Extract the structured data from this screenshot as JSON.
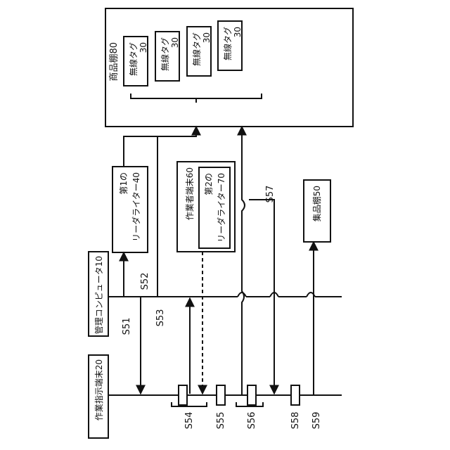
{
  "diagram": {
    "nodes": {
      "management_computer": "管理コンピュータ10",
      "work_instruction_terminal": "作業指示端末20",
      "first_reader_line1": "第1の",
      "first_reader_line2": "リーダライター40",
      "worker_terminal": "作業者端末60",
      "second_reader_line1": "第2の",
      "second_reader_line2": "リーダライター70",
      "collection_shelf": "集品棚50",
      "product_shelf": "商品棚80",
      "wireless_tag_label": "無線タグ",
      "wireless_tag_number": "30"
    },
    "steps": [
      "S51",
      "S52",
      "S53",
      "S54",
      "S55",
      "S56",
      "S57",
      "S58",
      "S59"
    ]
  }
}
